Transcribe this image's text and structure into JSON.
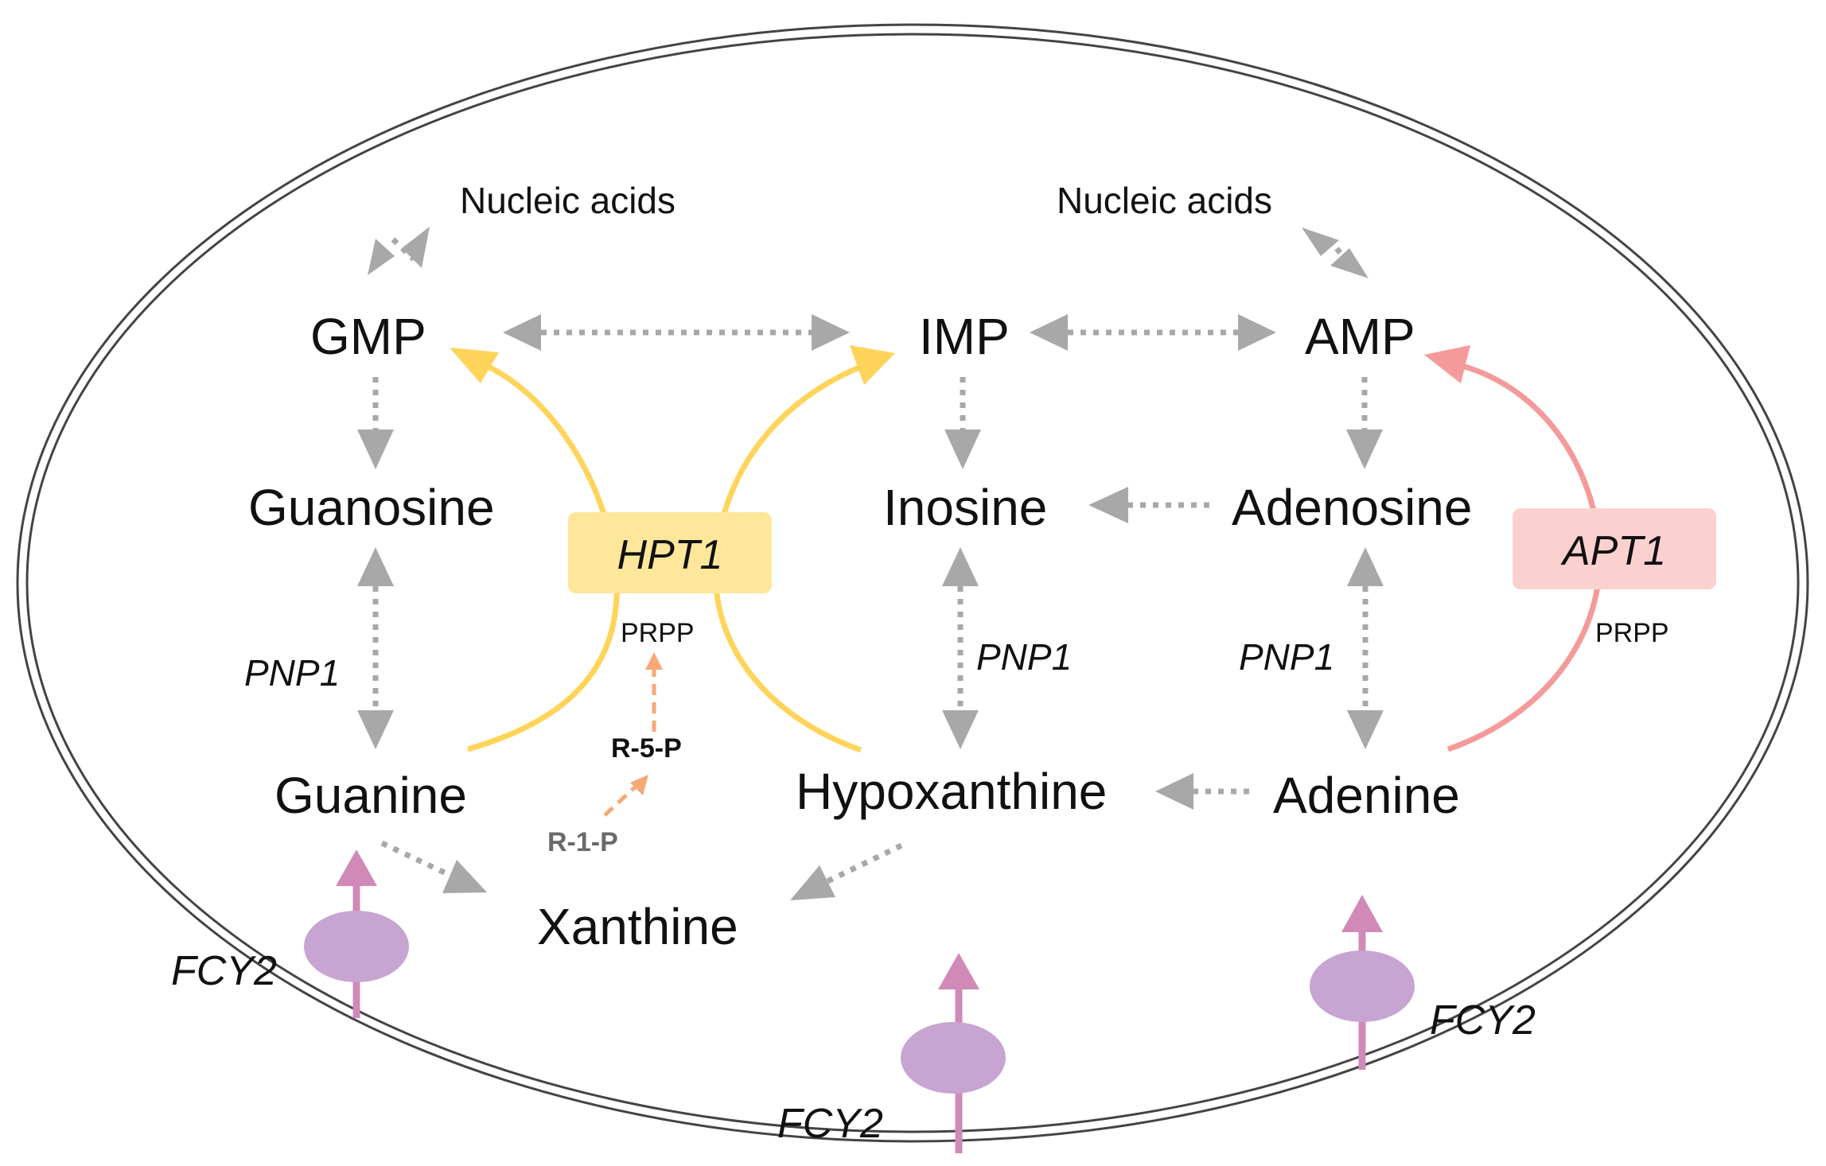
{
  "metabolites": {
    "nucleic_acids_left": "Nucleic acids",
    "nucleic_acids_right": "Nucleic acids",
    "gmp": "GMP",
    "imp": "IMP",
    "amp": "AMP",
    "guanosine": "Guanosine",
    "inosine": "Inosine",
    "adenosine": "Adenosine",
    "guanine": "Guanine",
    "hypoxanthine": "Hypoxanthine",
    "adenine": "Adenine",
    "xanthine": "Xanthine"
  },
  "enzymes": {
    "hpt1": "HPT1",
    "apt1": "APT1",
    "pnp1_left": "PNP1",
    "pnp1_middle": "PNP1",
    "pnp1_right": "PNP1"
  },
  "cofactors": {
    "prpp_left": "PRPP",
    "prpp_right": "PRPP",
    "r5p": "R-5-P",
    "r1p": "R-1-P"
  },
  "transporters": {
    "fcy2_1": "FCY2",
    "fcy2_2": "FCY2",
    "fcy2_3": "FCY2"
  },
  "colors": {
    "hpt1_box": "#fee69a",
    "apt1_box": "#fbd1d0",
    "hpt1_arrow": "#ffd45a",
    "apt1_arrow": "#f49a9a",
    "dotted_arrow": "#a8a8a8",
    "prpp_synthesis_arrow": "#f7a877",
    "transporter": "#c7a4d2",
    "transporter_arrow": "#d18ab7",
    "cell_membrane": "#444444"
  }
}
